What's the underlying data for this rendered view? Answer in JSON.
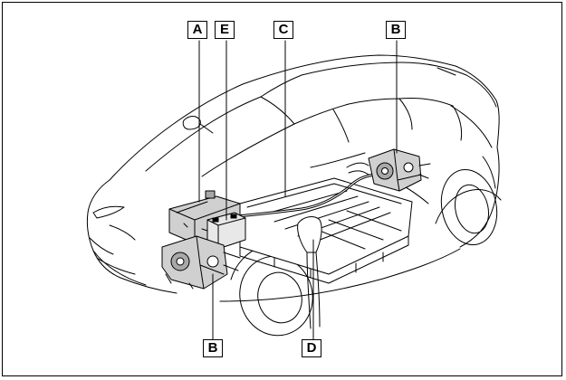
{
  "callouts": {
    "a": "A",
    "e": "E",
    "c": "C",
    "b_top": "B",
    "b_bottom": "B",
    "d": "D"
  },
  "colors": {
    "line": "#000000",
    "component_fill": "#d0d0d0",
    "component_shade": "#a8a8a8",
    "background": "#ffffff"
  }
}
